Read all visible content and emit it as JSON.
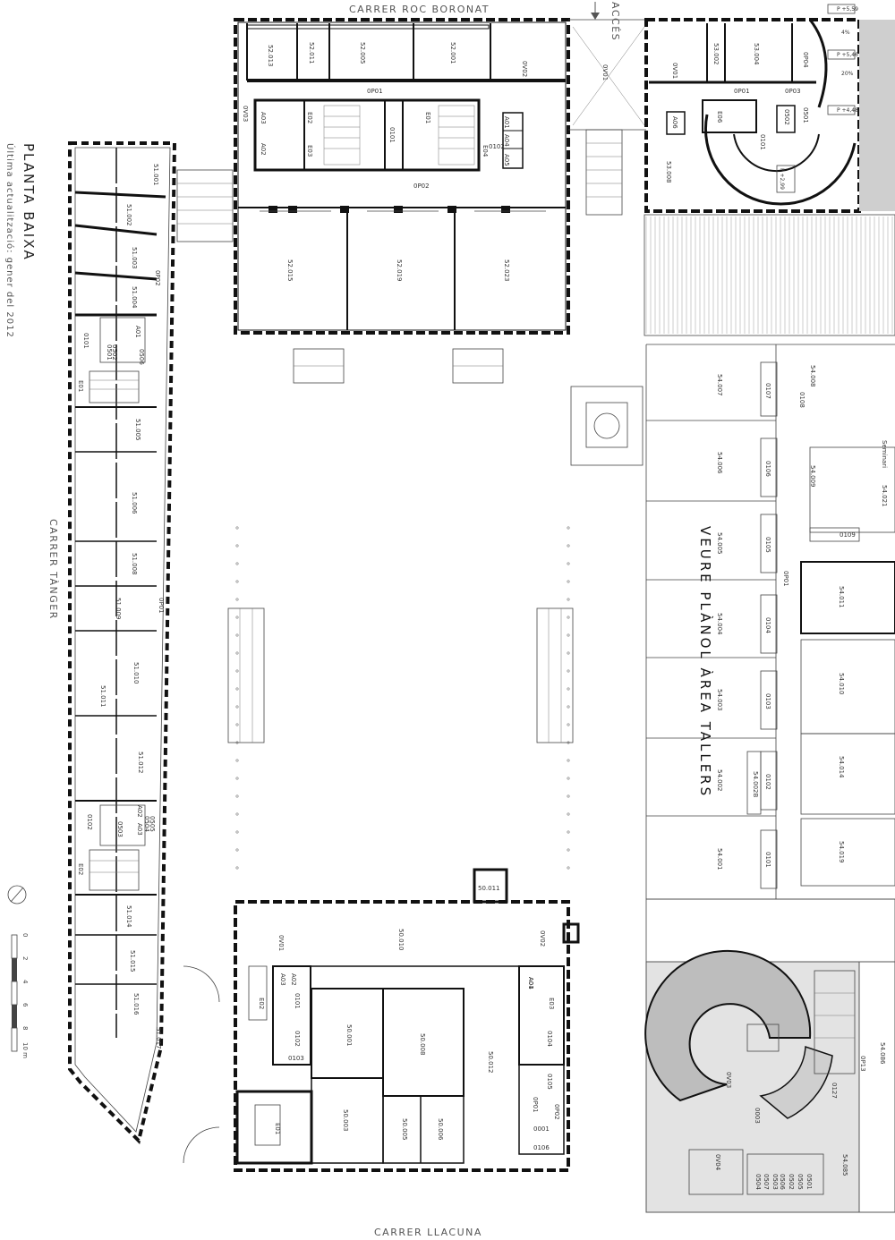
{
  "streets": {
    "north": "CARRER ROC BORONAT",
    "west": "CARRER TÀNGER",
    "south": "CARRER LLACUNA"
  },
  "title": {
    "main": "PLANTA BAIXA",
    "updated": "Última actualització: gener del 2012"
  },
  "access_label": "ACCÉS",
  "note": "VEURE PLÀNOL ÀREA TALLERS",
  "scale": {
    "ticks": [
      "0",
      "2",
      "4",
      "6",
      "8",
      "10 m"
    ]
  },
  "levels": [
    "P +5,59",
    "4%",
    "P +5,46",
    "20%",
    "P +4,48",
    "P +2,99"
  ],
  "rooms": {
    "b52": [
      "52.013",
      "52.011",
      "52.005",
      "52.001",
      "52.015",
      "52.019",
      "52.023",
      "0V02",
      "0V01",
      "0P01",
      "0P02",
      "0V03",
      "E02",
      "E03",
      "0101",
      "E01",
      "E04",
      "0102",
      "A01",
      "A02",
      "A03",
      "A04",
      "A05"
    ],
    "b53": [
      "53.002",
      "53.004",
      "53.008",
      "0V01",
      "0P01",
      "0P03",
      "0P04",
      "0101",
      "E06",
      "A06",
      "0501",
      "0502"
    ],
    "b51": [
      "51.001",
      "51.002",
      "51.003",
      "51.004",
      "51.005",
      "51.006",
      "51.008",
      "51.009",
      "51.010",
      "51.011",
      "51.012",
      "51.014",
      "51.015",
      "51.016",
      "51.017",
      "0P02",
      "0P01",
      "0101",
      "0102",
      "E01",
      "E02",
      "A01",
      "A02",
      "A03",
      "0501",
      "0502",
      "0503",
      "0504",
      "0505",
      "0506"
    ],
    "b54": [
      "54.007",
      "54.006",
      "54.005",
      "54.004",
      "54.003",
      "54.002",
      "54.002B",
      "54.001",
      "54.008",
      "54.009",
      "54.011",
      "54.010",
      "54.014",
      "54.019",
      "54.021",
      "Seminari",
      "0107",
      "0108",
      "0106",
      "0105",
      "0104",
      "0103",
      "0102",
      "0101",
      "0109",
      "0P01"
    ],
    "b50": [
      "50.011",
      "50.010",
      "50.001",
      "50.008",
      "50.012",
      "50.003",
      "50.005",
      "50.006",
      "0V01",
      "0V02",
      "A01",
      "A02",
      "A03",
      "A04",
      "E01",
      "E02",
      "E03",
      "0101",
      "0102",
      "0103",
      "0104",
      "0105",
      "0106",
      "0001",
      "0P01",
      "0P02"
    ],
    "east": [
      "0V03",
      "0V04",
      "0003",
      "0127",
      "0P13",
      "54.085",
      "54.086",
      "0501",
      "0502",
      "0503",
      "0504",
      "0505",
      "0506",
      "0507"
    ]
  }
}
